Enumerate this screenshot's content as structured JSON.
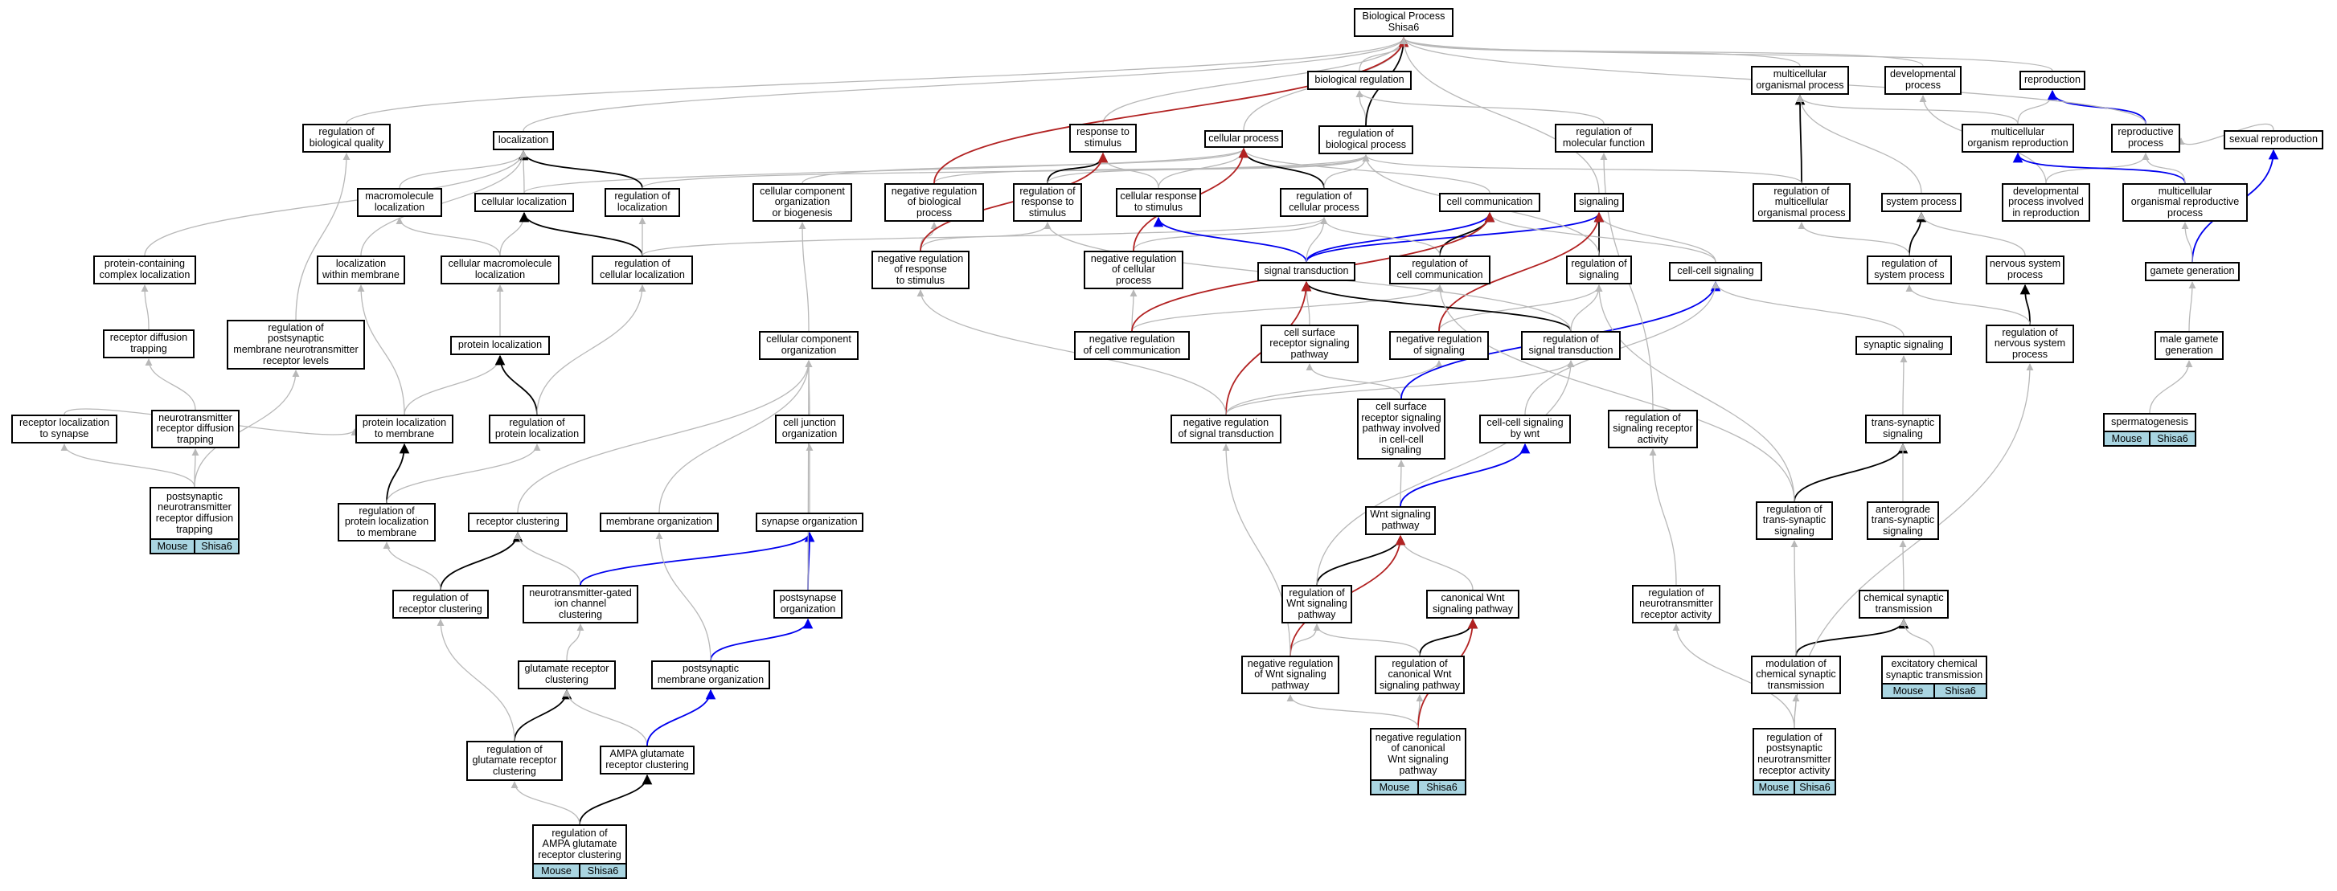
{
  "nodes": {
    "bp": "Biological Process\nShisa6",
    "biological_regulation": "biological regulation",
    "regulation_of_biological_process": "regulation of\nbiological process",
    "cellular_process": "cellular process",
    "response_to_stimulus": "response to\nstimulus",
    "regulation_of_biological_quality": "regulation of\nbiological quality",
    "localization": "localization",
    "regulation_of_molecular_function": "regulation of\nmolecular function",
    "multicellular_organismal_process": "multicellular\norganismal process",
    "developmental_process": "developmental\nprocess",
    "reproduction": "reproduction",
    "multicellular_organism_reproduction": "multicellular\norganism reproduction",
    "reproductive_process": "reproductive\nprocess",
    "sexual_reproduction": "sexual reproduction",
    "macromolecule_localization": "macromolecule\nlocalization",
    "cellular_localization": "cellular localization",
    "regulation_of_localization": "regulation of\nlocalization",
    "cellular_component_organization_or_biogenesis": "cellular component\norganization\nor biogenesis",
    "negative_regulation_of_biological_process": "negative regulation\nof biological\nprocess",
    "regulation_of_response_to_stimulus": "regulation of\nresponse to\nstimulus",
    "cellular_response_to_stimulus": "cellular response\nto stimulus",
    "regulation_of_cellular_process": "regulation of\ncellular process",
    "cell_communication": "cell communication",
    "signaling": "signaling",
    "regulation_of_multicellular_organismal_process": "regulation of\nmulticellular\norganismal process",
    "system_process": "system process",
    "developmental_process_involved_in_reproduction": "developmental\nprocess involved\nin reproduction",
    "multicellular_organismal_reproductive_process": "multicellular\norganismal reproductive\nprocess",
    "protein_containing_complex_localization": "protein-containing\ncomplex localization",
    "localization_within_membrane": "localization\nwithin membrane",
    "cellular_macromolecule_localization": "cellular macromolecule\nlocalization",
    "regulation_of_cellular_localization": "regulation of\ncellular localization",
    "negative_regulation_of_response_to_stimulus": "negative regulation\nof response\nto stimulus",
    "negative_regulation_of_cellular_process": "negative regulation\nof cellular\nprocess",
    "signal_transduction": "signal transduction",
    "regulation_of_cell_communication": "regulation of\ncell communication",
    "regulation_of_signaling": "regulation of\nsignaling",
    "cell_cell_signaling": "cell-cell signaling",
    "regulation_of_system_process": "regulation of\nsystem process",
    "nervous_system_process": "nervous system\nprocess",
    "gamete_generation": "gamete generation",
    "receptor_diffusion_trapping": "receptor diffusion\ntrapping",
    "regulation_of_postsynaptic_membrane_neurotransmitter_receptor_levels": "regulation of\npostsynaptic\nmembrane neurotransmitter\nreceptor levels",
    "protein_localization": "protein localization",
    "cellular_component_organization": "cellular component\norganization",
    "negative_regulation_of_cell_communication": "negative regulation\nof cell communication",
    "cell_surface_receptor_signaling_pathway": "cell surface\nreceptor signaling\npathway",
    "negative_regulation_of_signaling": "negative regulation\nof signaling",
    "regulation_of_signal_transduction": "regulation of\nsignal transduction",
    "synaptic_signaling": "synaptic signaling",
    "regulation_of_nervous_system_process": "regulation of\nnervous system\nprocess",
    "male_gamete_generation": "male gamete\ngeneration",
    "receptor_localization_to_synapse": "receptor localization\nto synapse",
    "neurotransmitter_receptor_diffusion_trapping": "neurotransmitter\nreceptor diffusion\ntrapping",
    "protein_localization_to_membrane": "protein localization\nto membrane",
    "regulation_of_protein_localization": "regulation of\nprotein localization",
    "cell_junction_organization": "cell junction\norganization",
    "negative_regulation_of_signal_transduction": "negative regulation\nof signal transduction",
    "cell_surface_receptor_signaling_pathway_involved_in_cell_cell_signaling": "cell surface\nreceptor signaling\npathway involved\nin cell-cell\nsignaling",
    "cell_cell_signaling_by_wnt": "cell-cell signaling\nby wnt",
    "regulation_of_signaling_receptor_activity": "regulation of\nsignaling receptor\nactivity",
    "trans_synaptic_signaling": "trans-synaptic\nsignaling",
    "spermatogenesis": "spermatogenesis",
    "postsynaptic_neurotransmitter_receptor_diffusion_trapping": "postsynaptic\nneurotransmitter\nreceptor diffusion\ntrapping",
    "regulation_of_protein_localization_to_membrane": "regulation of\nprotein localization\nto membrane",
    "receptor_clustering": "receptor clustering",
    "membrane_organization": "membrane organization",
    "synapse_organization": "synapse organization",
    "wnt_signaling_pathway": "Wnt signaling\npathway",
    "regulation_of_trans_synaptic_signaling": "regulation of\ntrans-synaptic\nsignaling",
    "anterograde_trans_synaptic_signaling": "anterograde\ntrans-synaptic\nsignaling",
    "regulation_of_receptor_clustering": "regulation of\nreceptor clustering",
    "neurotransmitter_gated_ion_channel_clustering": "neurotransmitter-gated\nion channel\nclustering",
    "postsynapse_organization": "postsynapse\norganization",
    "regulation_of_wnt_signaling_pathway": "regulation of\nWnt signaling\npathway",
    "canonical_wnt_signaling_pathway": "canonical Wnt\nsignaling pathway",
    "regulation_of_neurotransmitter_receptor_activity": "regulation of\nneurotransmitter\nreceptor activity",
    "chemical_synaptic_transmission": "chemical synaptic\ntransmission",
    "glutamate_receptor_clustering": "glutamate receptor\nclustering",
    "postsynaptic_membrane_organization": "postsynaptic\nmembrane organization",
    "negative_regulation_of_wnt_signaling_pathway": "negative regulation\nof Wnt signaling\npathway",
    "regulation_of_canonical_wnt_signaling_pathway": "regulation of\ncanonical Wnt\nsignaling pathway",
    "modulation_of_chemical_synaptic_transmission": "modulation of\nchemical synaptic\ntransmission",
    "excitatory_chemical_synaptic_transmission": "excitatory chemical\nsynaptic transmission",
    "regulation_of_glutamate_receptor_clustering": "regulation of\nglutamate receptor\nclustering",
    "ampa_glutamate_receptor_clustering": "AMPA glutamate\nreceptor clustering",
    "negative_regulation_of_canonical_wnt_signaling_pathway": "negative regulation\nof canonical\nWnt signaling\npathway",
    "regulation_of_postsynaptic_neurotransmitter_receptor_activity": "regulation of\npostsynaptic\nneurotransmitter\nreceptor activity",
    "regulation_of_ampa_glutamate_receptor_clustering": "regulation of\nAMPA glutamate\nreceptor clustering"
  },
  "annotation_tags": {
    "species": "Mouse",
    "gene": "Shisa6"
  },
  "edge_colors": {
    "is_a": "#b8b8b8",
    "part_of": "#000000",
    "regulates": "#0000ee",
    "negatively_regulates": "#b22222"
  }
}
